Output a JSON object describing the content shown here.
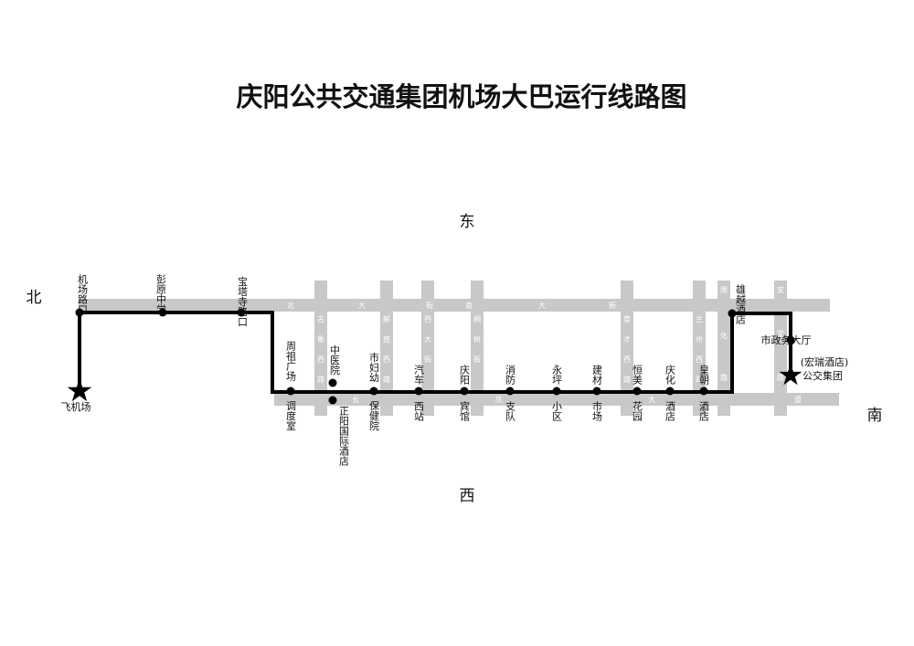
{
  "title": "庆阳公共交通集团机场大巴运行线路图",
  "directions": {
    "east": "东",
    "west": "西",
    "north": "北",
    "south": "南"
  },
  "colors": {
    "road": "#c8c8c8",
    "route": "#000000",
    "road_text": "#ffffff"
  },
  "road_labels": [
    {
      "id": "north-street",
      "chars": [
        "北",
        "大",
        "街",
        "南",
        "大",
        "街"
      ]
    },
    {
      "id": "south-street",
      "chars": [
        "长",
        "庆",
        "大",
        "道"
      ]
    },
    {
      "id": "guxiang-road",
      "chars": [
        "古",
        "象",
        "西",
        "路"
      ]
    },
    {
      "id": "jiefang-road",
      "chars": [
        "解",
        "放",
        "西",
        "路"
      ]
    },
    {
      "id": "xida-street",
      "chars": [
        "西",
        "大",
        "街"
      ]
    },
    {
      "id": "tongshu-street",
      "chars": [
        "桐",
        "树",
        "街"
      ]
    },
    {
      "id": "yucai-road",
      "chars": [
        "育",
        "才",
        "西",
        "路"
      ]
    },
    {
      "id": "lanzhou-road",
      "chars": [
        "兰",
        "州",
        "西",
        "路"
      ]
    },
    {
      "id": "shunhua-road",
      "chars": [
        "顺",
        "化",
        "路"
      ]
    },
    {
      "id": "anding-road",
      "chars": [
        "安",
        "定",
        "路"
      ]
    }
  ],
  "stops": [
    {
      "id": "airport",
      "label": "飞机场",
      "terminal": true
    },
    {
      "id": "airport-road",
      "label": "机场路口"
    },
    {
      "id": "pengyuan-school",
      "label": "彭原中学"
    },
    {
      "id": "baota-temple",
      "label": "宝塔寺路口"
    },
    {
      "id": "zhouzu-square",
      "label_top": "周祖广场",
      "label_bottom": "调度室"
    },
    {
      "id": "tcm-hospital",
      "label": "中医院"
    },
    {
      "id": "zhengyang-hotel",
      "label": "正阳国际酒店"
    },
    {
      "id": "maternity-hospital",
      "label_top": "市妇幼",
      "label_bottom": "保健院"
    },
    {
      "id": "west-bus-station",
      "label_top": "汽车",
      "label_bottom": "西站"
    },
    {
      "id": "qingyang-hotel",
      "label_top": "庆阳",
      "label_bottom": "宾馆"
    },
    {
      "id": "fire-brigade",
      "label_top": "消防",
      "label_bottom": "支队"
    },
    {
      "id": "yongping-district",
      "label_top": "永坪",
      "label_bottom": "小区"
    },
    {
      "id": "building-market",
      "label_top": "建材",
      "label_bottom": "市场"
    },
    {
      "id": "hengmei-garden",
      "label_top": "恒美",
      "label_bottom": "花园"
    },
    {
      "id": "qinghua-hotel",
      "label_top": "庆化",
      "label_bottom": "酒店"
    },
    {
      "id": "huangchao-hotel",
      "label_top": "皇朝",
      "label_bottom": "酒店"
    },
    {
      "id": "xiongyue-hotel",
      "label": "雄越酒店"
    },
    {
      "id": "service-hall",
      "label": "市政务大厅"
    },
    {
      "id": "bus-group",
      "label_top": "(宏瑞酒店)",
      "label_bottom": "公交集团",
      "terminal": true
    }
  ]
}
